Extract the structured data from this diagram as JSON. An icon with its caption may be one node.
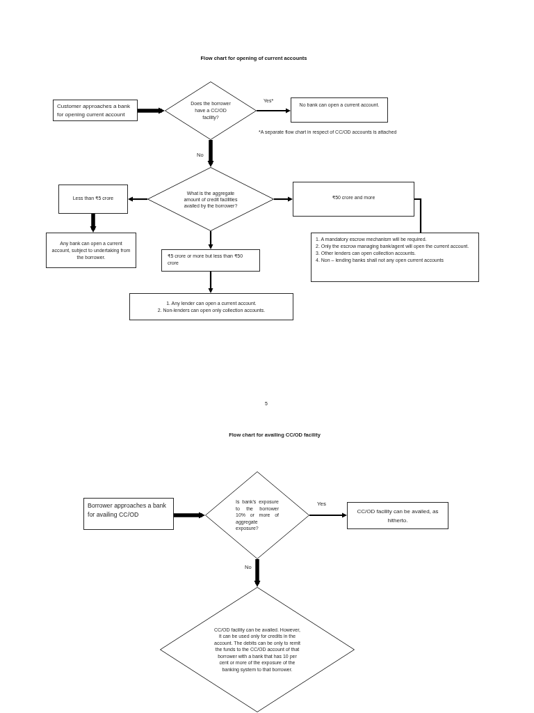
{
  "diagram": {
    "title": "Flow chart for opening of current accounts",
    "nodes": [
      {
        "text": [
          "Customer approaches a bank for opening current account"
        ]
      },
      {
        "text": [
          "Does the borrower have a CC/OD facility?"
        ]
      },
      {
        "text": [
          "No bank can open a current account."
        ]
      },
      {
        "text": [
          "What is the aggregate amount of credit facilities availed by the borrower?"
        ]
      },
      {
        "text": [
          "Less than ₹5 crore"
        ]
      },
      {
        "text": [
          "₹50 crore and more"
        ]
      },
      {
        "text": [
          "Any bank can open a current account, subject to undertaking from the borrower."
        ]
      },
      {
        "text": [
          "₹5 crore or more but less than ₹50 crore"
        ]
      },
      {
        "text": [
          "1. A mandatory escrow mechanism will be required.",
          "2. Only the escrow managing bank/agent will open the current account.",
          "3. Other lenders can open collection accounts.",
          "4. Non – lending banks shall not any open current accounts"
        ]
      },
      {
        "text": [
          "1. Any lender can open a current account.",
          "2. Non-lenders can open only collection accounts."
        ]
      },
      {
        "text": [
          "Borrower approaches a bank for availing CC/OD"
        ]
      },
      {
        "text": [
          "Is bank’s exposure to the borrower 10% or more of aggregate exposure?"
        ]
      },
      {
        "text": [
          "CC/OD facility can be availed, as hitherto."
        ]
      },
      {
        "text": [
          "CC/OD facility can be availed. However, it can be used only for credits in the account. The debits can be only to remit the funds to the CC/OD account of that borrower with a bank that has 10 per cent or more of the exposure of the banking system to that borrower."
        ]
      }
    ],
    "edges": [
      {
        "from": 0,
        "to": 1,
        "arrow": "to",
        "style": "thick"
      },
      {
        "from": 1,
        "to": 2,
        "arrow": "to",
        "label": "Yes*"
      },
      {
        "from": 1,
        "to": 3,
        "arrow": "to",
        "label": "No",
        "style": "thick"
      },
      {
        "from": 3,
        "to": 4,
        "arrow": "to"
      },
      {
        "from": 3,
        "to": 5,
        "arrow": "to"
      },
      {
        "from": 3,
        "to": 7,
        "arrow": "to"
      },
      {
        "from": 4,
        "to": 6,
        "arrow": "to",
        "style": "thick"
      },
      {
        "from": 5,
        "to": 8,
        "arrow": "none"
      },
      {
        "from": 7,
        "to": 9,
        "arrow": "to"
      },
      {
        "from": 10,
        "to": 11,
        "arrow": "to",
        "style": "thick"
      },
      {
        "from": 11,
        "to": 12,
        "arrow": "to",
        "label": "Yes"
      },
      {
        "from": 11,
        "to": 13,
        "arrow": "to",
        "label": "No",
        "style": "thick"
      }
    ],
    "labels": [
      "*A separate flow chart in respect of CC/OD accounts is attached",
      "5",
      "Flow chart for availing CC/OD facility"
    ]
  }
}
